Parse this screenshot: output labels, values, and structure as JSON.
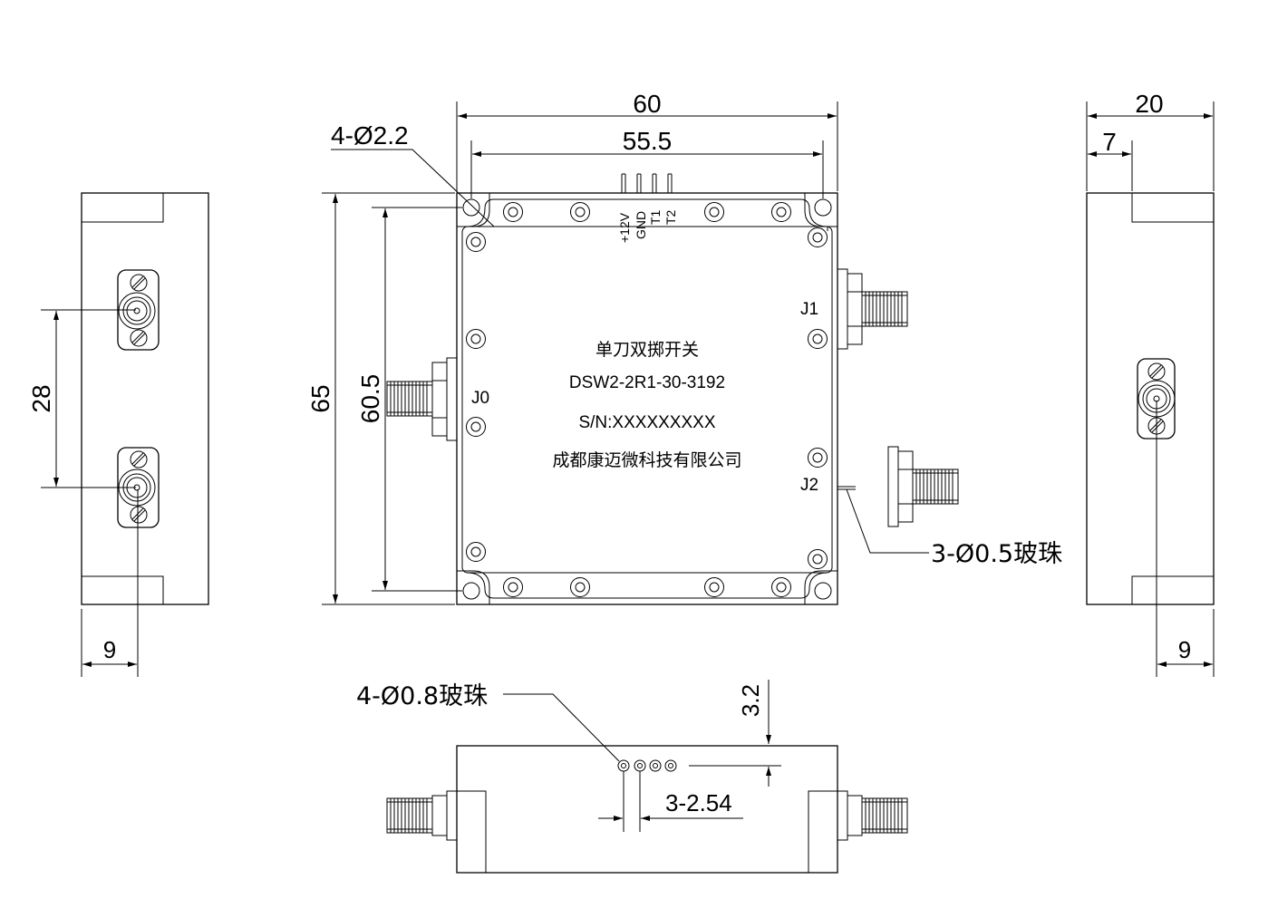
{
  "dimensions": {
    "top_width": "60",
    "top_inner_width": "55.5",
    "mount_holes": "4-Ø2.2",
    "height": "65",
    "inner_height": "60.5",
    "left_spacing": "28",
    "left_offset": "9",
    "right_width": "20",
    "right_offset": "7",
    "right_bottom_offset": "9",
    "pins": "4-Ø0.8玻珠",
    "pin_height": "3.2",
    "pin_pitch": "3-2.54",
    "side_pins": "3-Ø0.5玻珠"
  },
  "pin_labels": [
    "+12V",
    "GND",
    "T1",
    "T2"
  ],
  "ports": {
    "j0": "J0",
    "j1": "J1",
    "j2": "J2"
  },
  "device": {
    "name": "单刀双掷开关",
    "model": "DSW2-2R1-30-3192",
    "serial": "S/N:XXXXXXXXX",
    "company": "成都康迈微科技有限公司"
  }
}
